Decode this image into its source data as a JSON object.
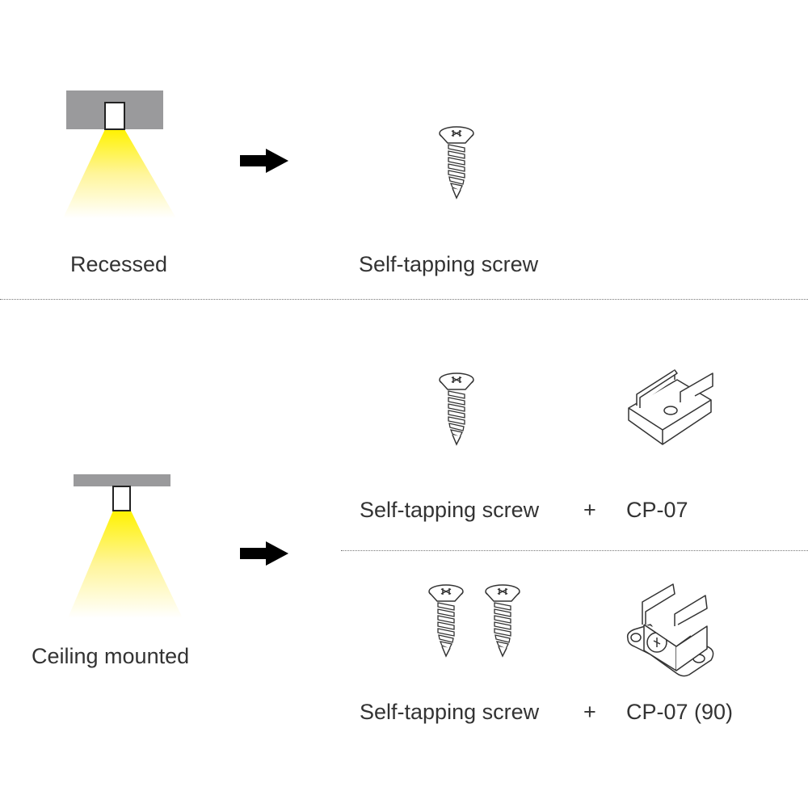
{
  "rows": [
    {
      "mounting": "Recessed",
      "options": [
        {
          "items": [
            "Self-tapping screw"
          ]
        }
      ]
    },
    {
      "mounting": "Ceiling mounted",
      "options": [
        {
          "items": [
            "Self-tapping screw",
            "CP-07"
          ],
          "joiner": "+"
        },
        {
          "items": [
            "Self-tapping screw",
            "CP-07 (90)"
          ],
          "joiner": "+"
        }
      ]
    }
  ],
  "colors": {
    "ceiling": "#9a9a9c",
    "light": "#fff200",
    "arrow": "#000000"
  }
}
